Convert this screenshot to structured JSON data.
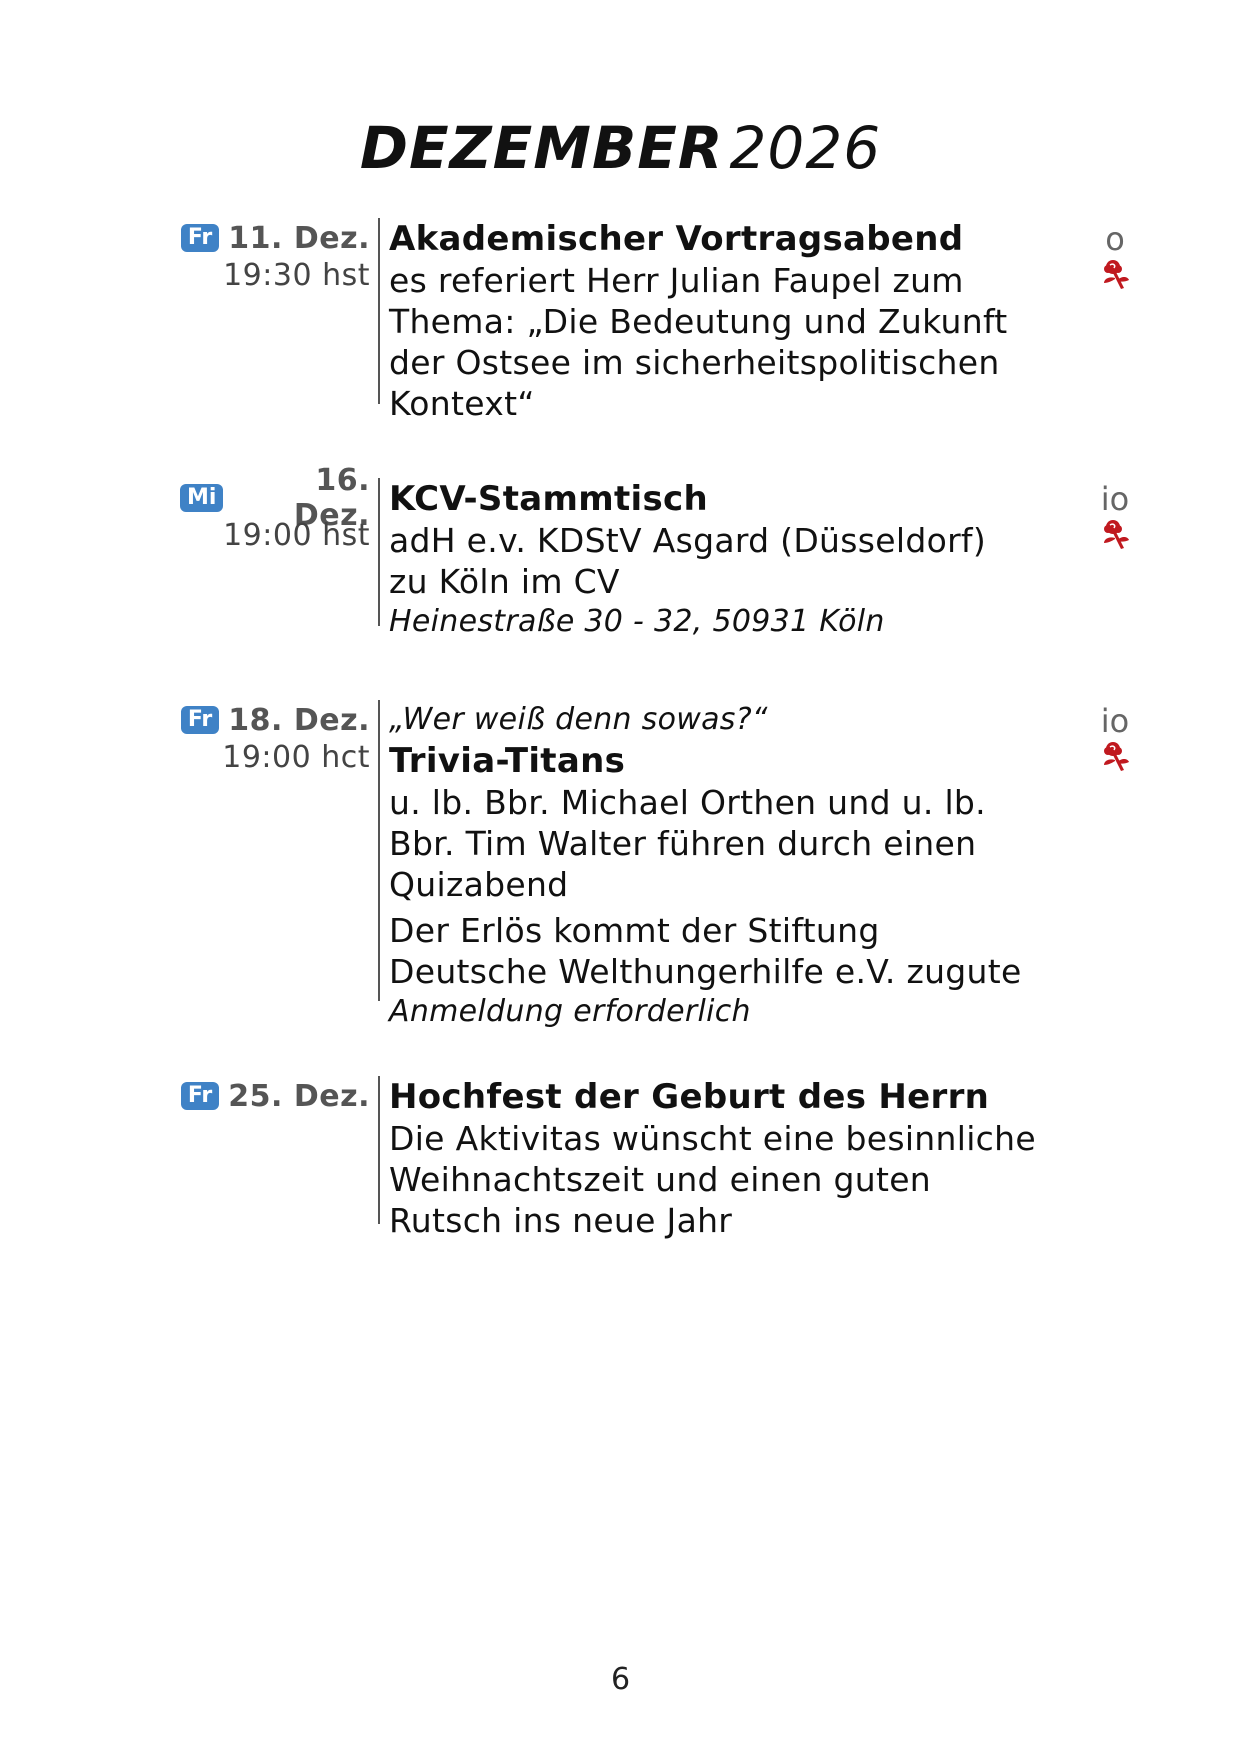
{
  "header": {
    "month": "DEZEMBER",
    "year": "2026"
  },
  "events": [
    {
      "weekday": "Fr",
      "date": "11. Dez.",
      "time": "19:30 hst",
      "title": "Akademischer Vortragsabend",
      "description_lines": [
        "es referiert Herr Julian Faupel zum",
        "Thema: „Die Bedeutung und Zukunft",
        "der Ostsee im sicherheitspolitischen",
        "Kontext“"
      ],
      "code": "o",
      "icon": "rose-icon"
    },
    {
      "weekday": "Mi",
      "date": "16. Dez.",
      "time": "19:00 hst",
      "title": "KCV-Stammtisch",
      "description_lines": [
        "adH e.v. KDStV Asgard (Düsseldorf)",
        "zu Köln im CV"
      ],
      "location": "Heinestraße 30 - 32, 50931 Köln",
      "code": "io",
      "icon": "rose-icon"
    },
    {
      "weekday": "Fr",
      "date": "18. Dez.",
      "time": "19:00 hct",
      "subtitle": "„Wer weiß denn sowas?“",
      "title": "Trivia-Titans",
      "description_lines": [
        "u. lb. Bbr. Michael Orthen und u. lb.",
        "Bbr. Tim Walter führen durch einen",
        "Quizabend"
      ],
      "extra_lines": [
        "Der Erlös kommt der Stiftung",
        "Deutsche Welthungerhilfe e.V. zugute"
      ],
      "note": "Anmeldung erforderlich",
      "code": "io",
      "icon": "rose-icon"
    },
    {
      "weekday": "Fr",
      "date": "25. Dez.",
      "title": "Hochfest der Geburt des Herrn",
      "description_lines": [
        "Die Aktivitas wünscht eine besinnliche",
        "Weihnachtszeit und einen guten",
        "Rutsch ins neue Jahr"
      ]
    }
  ],
  "footer": {
    "page_number": "6"
  },
  "colors": {
    "badge": "#3f82c6",
    "rose": "#c0191f",
    "divider": "#555555"
  }
}
